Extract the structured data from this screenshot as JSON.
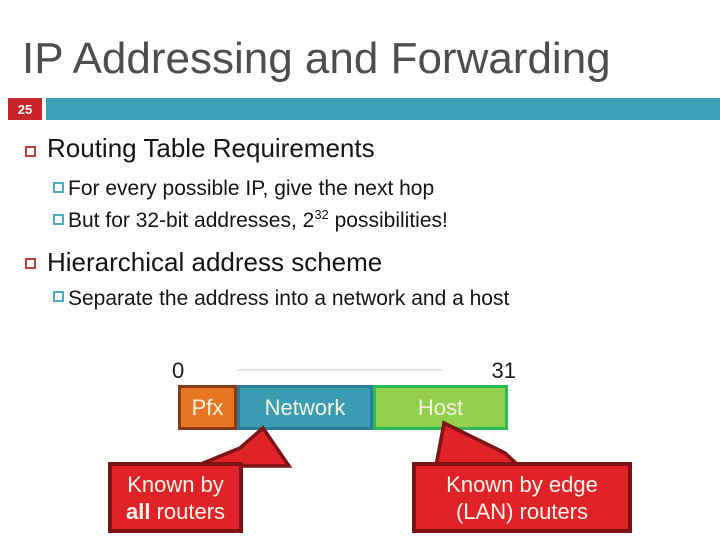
{
  "slide": {
    "title": "IP Addressing and Forwarding",
    "page_number": "25"
  },
  "colors": {
    "title_text": "#4D4D4D",
    "accent_teal": "#3B9FB5",
    "page_badge_red": "#C9242B",
    "body_text": "#141414",
    "bullet_level1_square": "#C0403C",
    "bullet_level2_square": "#4BACC6",
    "callout_red_fill": "#E02329",
    "callout_red_border": "#7D1315"
  },
  "bullets": {
    "item1": "Routing Table Requirements",
    "sub1": "For every possible IP, give the next hop",
    "sub2_pre": "But for 32-bit addresses, 2",
    "sub2_sup": "32",
    "sub2_post": " possibilities!",
    "item2": "Hierarchical address scheme",
    "sub3": "Separate the address into a network and a host"
  },
  "diagram": {
    "bit_start_label": "0",
    "bit_end_label": "31",
    "segments": [
      {
        "label": "Pfx",
        "fill": "#E87624",
        "border": "#8A3A10"
      },
      {
        "label": "Network",
        "fill": "#3B9DB3",
        "border": "#2A7C99"
      },
      {
        "label": "Host",
        "fill": "#93D04E",
        "border": "#2DBA55"
      }
    ],
    "callouts": [
      {
        "line1": "Known by",
        "line2_bold": "all",
        "line2_rest": " routers"
      },
      {
        "line1": "Known by edge",
        "line2": "(LAN) routers"
      }
    ]
  }
}
